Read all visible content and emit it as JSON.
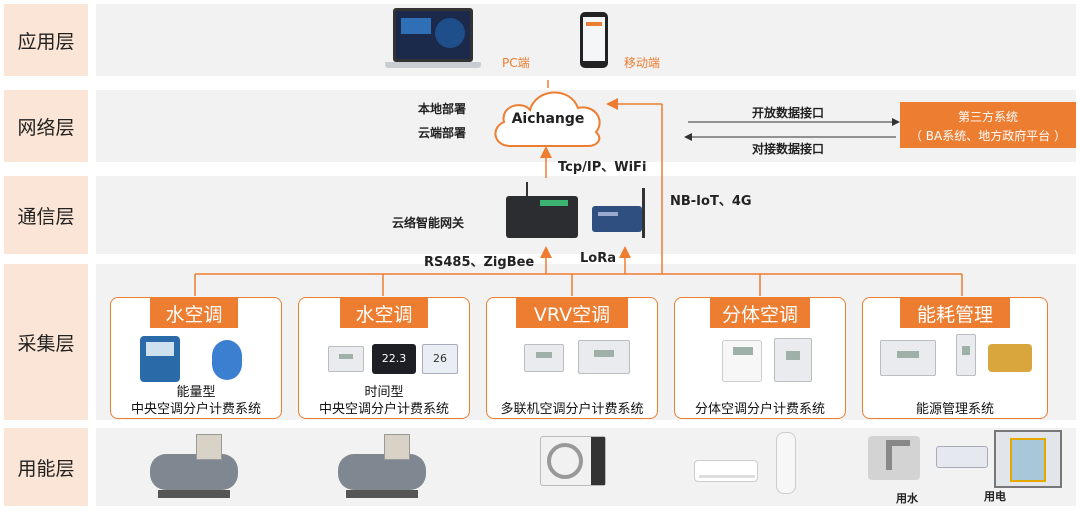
{
  "layers": {
    "app": "应用层",
    "network": "网络层",
    "comm": "通信层",
    "collect": "采集层",
    "energy": "用能层"
  },
  "app_layer": {
    "pc_label": "PC端",
    "mobile_label": "移动端"
  },
  "network_layer": {
    "cloud_label": "Aichange",
    "local_deploy": "本地部署",
    "cloud_deploy": "云端部署",
    "open_api": "开放数据接口",
    "dock_api": "对接数据接口",
    "third_party_line1": "第三方系统",
    "third_party_line2": "（ BA系统、地方政府平台 ）"
  },
  "comm_layer": {
    "tcp_wifi": "Tcp/IP、WiFi",
    "gateway_label": "云络智能网关",
    "nbiot": "NB-IoT、4G",
    "rs485": "RS485、ZigBee",
    "lora": "LoRa"
  },
  "collect_layer": {
    "cards": [
      {
        "title": "水空调",
        "caption_line1": "能量型",
        "caption_line2": "中央空调分户计费系统"
      },
      {
        "title": "水空调",
        "caption_line1": "时间型",
        "caption_line2": "中央空调分户计费系统"
      },
      {
        "title": "VRV空调",
        "caption_line1": "",
        "caption_line2": "多联机空调分户计费系统"
      },
      {
        "title": "分体空调",
        "caption_line1": "",
        "caption_line2": "分体空调分户计费系统"
      },
      {
        "title": "能耗管理",
        "caption_line1": "",
        "caption_line2": "能源管理系统"
      }
    ],
    "panel_display": "22.3",
    "panel_display2": "26"
  },
  "energy_layer": {
    "water_label": "用水",
    "power_label": "用电"
  },
  "colors": {
    "accent": "#ed7d31",
    "label_bg": "#fbe5d6",
    "band_bg": "#f2f2f2"
  }
}
